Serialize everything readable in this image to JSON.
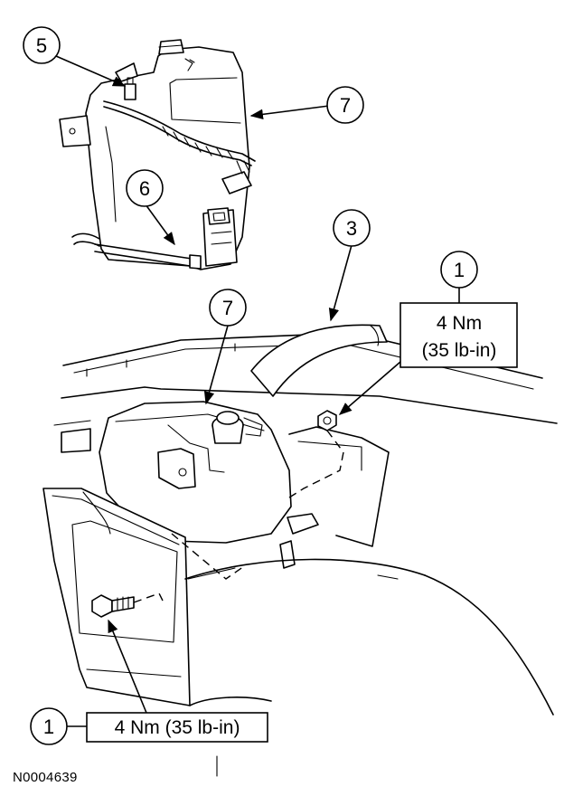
{
  "callouts": {
    "c5": "5",
    "c6": "6",
    "c7_top": "7",
    "c3": "3",
    "c1_right": "1",
    "c7_mid": "7",
    "c1_bottom": "1"
  },
  "torque_right": {
    "line1": "4 Nm",
    "line2": "(35 lb-in)"
  },
  "torque_bottom": {
    "text": "4 Nm (35 lb-in)"
  },
  "figure_id": "N0004639",
  "colors": {
    "line": "#000000",
    "background": "#ffffff"
  }
}
